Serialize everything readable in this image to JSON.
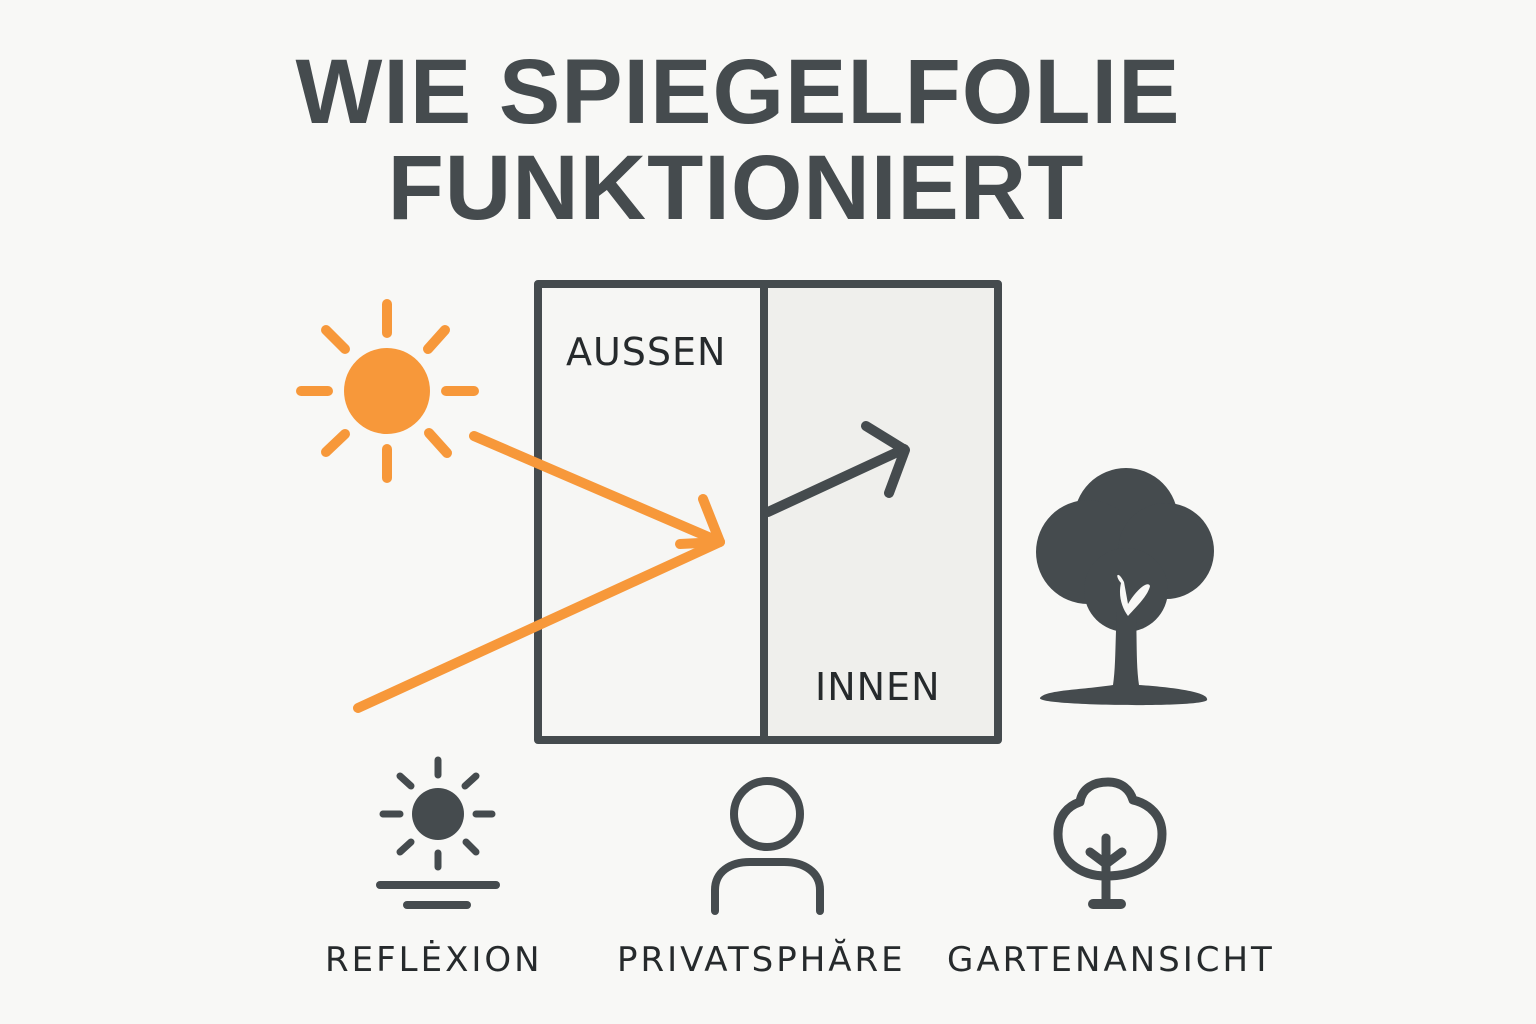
{
  "title": {
    "line1": "WIE SPIEGELFOLIE",
    "line2": "FUNKTIONIERT"
  },
  "diagram": {
    "outside_label": "AUSSEN",
    "inside_label": "INNEN",
    "icons": {
      "sun": "sun-icon",
      "reflected_ray": "reflected-light-arrow-icon",
      "transmitted_ray": "transmitted-view-arrow-icon",
      "tree": "tree-icon",
      "window": "window-pane-icon"
    }
  },
  "features": [
    {
      "label": "REFLĖXION",
      "icon": "sun-reflection-icon"
    },
    {
      "label": "PRIVATSPHĂRE",
      "icon": "person-icon"
    },
    {
      "label": "GARTENANSICHT",
      "icon": "tree-outline-icon"
    }
  ],
  "colors": {
    "background": "#f8f8f6",
    "dark": "#454b4e",
    "accent_orange": "#f7983a",
    "inner_pane": "#efefec",
    "outer_pane": "#f6f6f4"
  }
}
